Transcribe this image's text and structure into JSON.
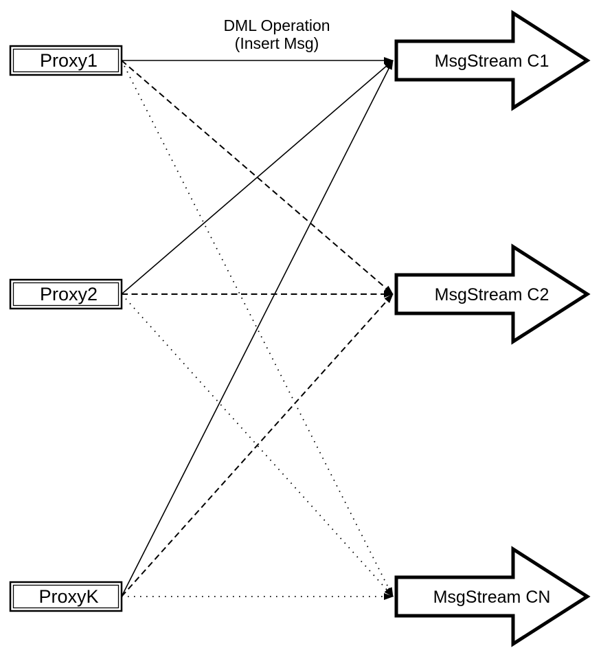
{
  "diagram": {
    "title": {
      "line1": "DML Operation",
      "line2": "(Insert Msg)"
    },
    "colors": {
      "background": "#ffffff",
      "stroke": "#000000",
      "shape_fill": "#ffffff"
    },
    "proxies": [
      {
        "id": "proxy1",
        "label": "Proxy1"
      },
      {
        "id": "proxy2",
        "label": "Proxy2"
      },
      {
        "id": "proxyk",
        "label": "ProxyK"
      }
    ],
    "streams": [
      {
        "id": "c1",
        "label": "MsgStream C1"
      },
      {
        "id": "c2",
        "label": "MsgStream C2"
      },
      {
        "id": "cn",
        "label": "MsgStream CN"
      }
    ],
    "edges": [
      {
        "from": "proxy1",
        "to": "c1",
        "style": "solid"
      },
      {
        "from": "proxy1",
        "to": "c2",
        "style": "dashed"
      },
      {
        "from": "proxy1",
        "to": "cn",
        "style": "dotted"
      },
      {
        "from": "proxy2",
        "to": "c1",
        "style": "solid"
      },
      {
        "from": "proxy2",
        "to": "c2",
        "style": "dashed"
      },
      {
        "from": "proxy2",
        "to": "cn",
        "style": "dotted"
      },
      {
        "from": "proxyk",
        "to": "c1",
        "style": "solid"
      },
      {
        "from": "proxyk",
        "to": "c2",
        "style": "dashed"
      },
      {
        "from": "proxyk",
        "to": "cn",
        "style": "dotted"
      }
    ]
  }
}
